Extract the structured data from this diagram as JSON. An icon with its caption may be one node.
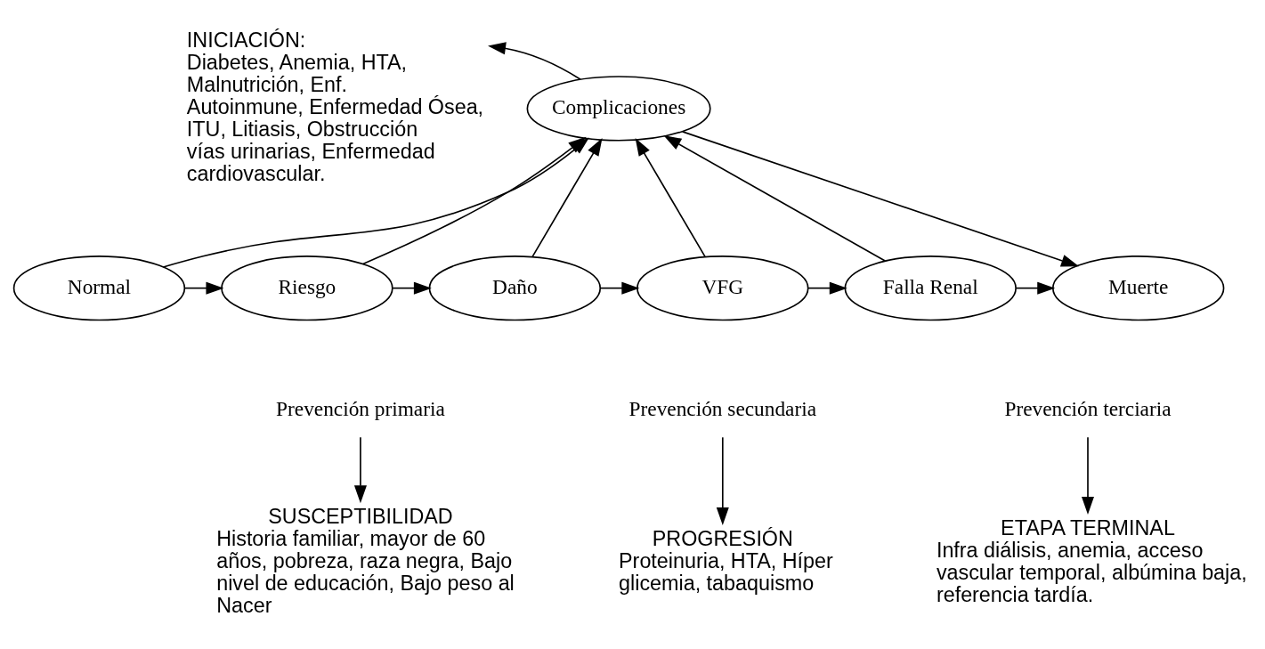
{
  "diagram": {
    "nodes": [
      {
        "text": [
          "INICIACIÓN:",
          "Diabetes, Anemia, HTA, Malnutrición, Enf. Autoinmune, Enfermedad Ósea, ITU, Litiasis, Obstrucción vías urinarias, Enfermedad cardiovascular."
        ]
      },
      {
        "text": [
          "Complicaciones"
        ]
      },
      {
        "text": [
          "Normal"
        ]
      },
      {
        "text": [
          "Riesgo"
        ]
      },
      {
        "text": [
          "Daño"
        ]
      },
      {
        "text": [
          "VFG"
        ]
      },
      {
        "text": [
          "Falla Renal"
        ]
      },
      {
        "text": [
          "Muerte"
        ]
      },
      {
        "text": [
          "Prevención primaria"
        ]
      },
      {
        "text": [
          "Prevención secundaria"
        ]
      },
      {
        "text": [
          "Prevención terciaria"
        ]
      },
      {
        "text": [
          "SUSCEPTIBILIDAD",
          "Historia familiar, mayor de 60 años, pobreza, raza negra, Bajo nivel de educación, Bajo peso al Nacer"
        ]
      },
      {
        "text": [
          "PROGRESIÓN",
          "Proteinuria, HTA, Híper glicemia, tabaquismo"
        ]
      },
      {
        "text": [
          "ETAPA TERMINAL",
          "Infra diálisis, anemia, acceso vascular temporal, albúmina baja, referencia tardía."
        ]
      }
    ],
    "edges": [
      {
        "from": 1,
        "to": 0,
        "arrow": "to"
      },
      {
        "from": 2,
        "to": 1,
        "arrow": "to"
      },
      {
        "from": 3,
        "to": 1,
        "arrow": "to"
      },
      {
        "from": 4,
        "to": 1,
        "arrow": "to"
      },
      {
        "from": 5,
        "to": 1,
        "arrow": "to"
      },
      {
        "from": 6,
        "to": 1,
        "arrow": "to"
      },
      {
        "from": 1,
        "to": 7,
        "arrow": "to"
      },
      {
        "from": 2,
        "to": 3,
        "arrow": "to"
      },
      {
        "from": 3,
        "to": 4,
        "arrow": "to"
      },
      {
        "from": 4,
        "to": 5,
        "arrow": "to"
      },
      {
        "from": 5,
        "to": 6,
        "arrow": "to"
      },
      {
        "from": 6,
        "to": 7,
        "arrow": "to"
      },
      {
        "from": 8,
        "to": 11,
        "arrow": "to"
      },
      {
        "from": 9,
        "to": 12,
        "arrow": "to"
      },
      {
        "from": 10,
        "to": 13,
        "arrow": "to"
      }
    ]
  }
}
